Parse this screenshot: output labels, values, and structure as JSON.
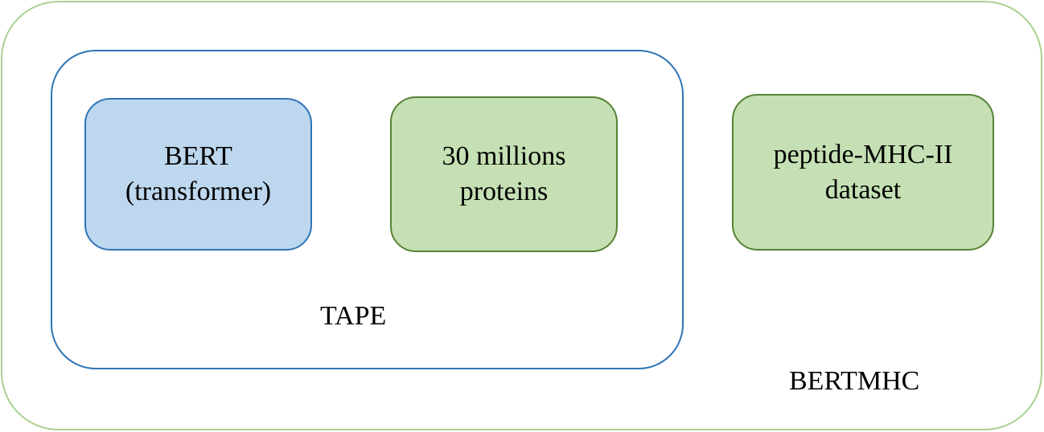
{
  "diagram": {
    "outer_container": {
      "label": "BERTMHC"
    },
    "tape_container": {
      "label": "TAPE"
    },
    "nodes": [
      {
        "id": "bert",
        "text": "BERT\n(transformer)"
      },
      {
        "id": "proteins",
        "text": "30 millions\nproteins"
      },
      {
        "id": "dataset",
        "text": "peptide-MHC-II\ndataset"
      }
    ]
  },
  "colors": {
    "outer_border": "#a9d18e",
    "tape_border": "#2e75b6",
    "blue_fill": "#bdd7ee",
    "blue_border": "#2e75b6",
    "green_fill": "#c5e0b4",
    "green_border": "#548235"
  }
}
